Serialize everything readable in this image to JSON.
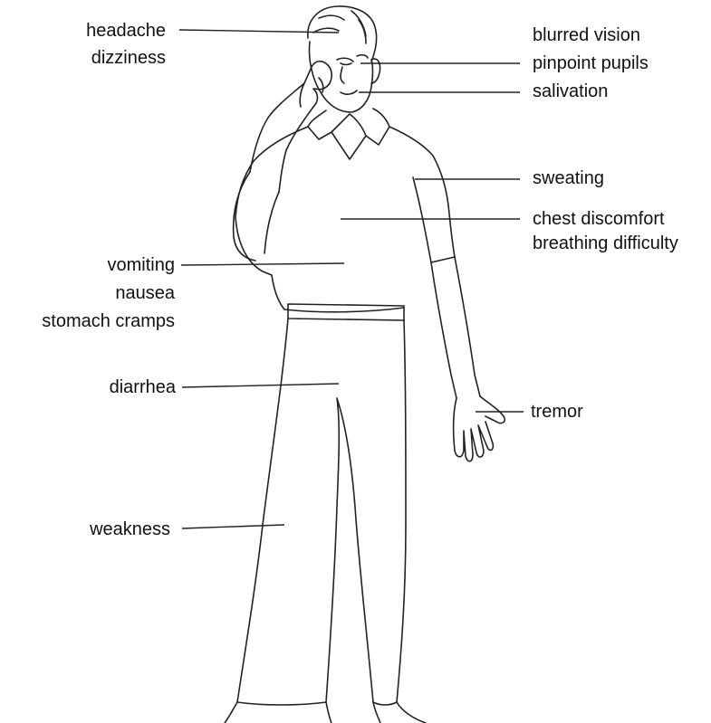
{
  "symptoms": {
    "left": {
      "headache": "headache",
      "dizziness": "dizziness",
      "vomiting": "vomiting",
      "nausea": "nausea",
      "stomach_cramps": "stomach cramps",
      "diarrhea": "diarrhea",
      "weakness": "weakness"
    },
    "right": {
      "blurred_vision": "blurred vision",
      "pinpoint_pupils": "pinpoint pupils",
      "salivation": "salivation",
      "sweating": "sweating",
      "chest_discomfort": "chest discomfort",
      "breathing_difficulty": "breathing difficulty",
      "tremor": "tremor"
    }
  },
  "style": {
    "line_color": "#222222",
    "text_color": "#111111",
    "background": "#ffffff"
  }
}
